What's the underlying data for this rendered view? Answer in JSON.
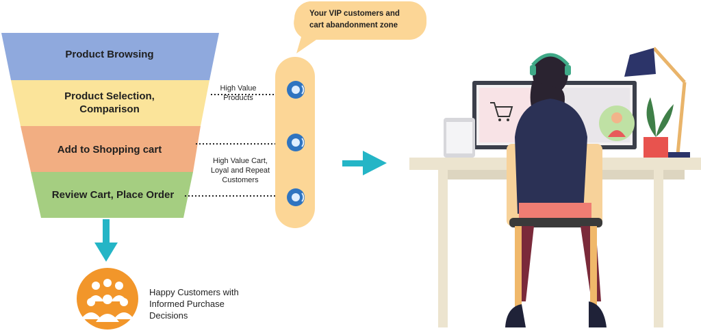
{
  "funnel": {
    "stages": [
      {
        "label": "Product Browsing",
        "color": "#8fa9dd"
      },
      {
        "label": "Product Selection,\nComparison",
        "color": "#fbe49a"
      },
      {
        "label": "Add to Shopping cart",
        "color": "#f2ae82"
      },
      {
        "label": "Review Cart, Place Order",
        "color": "#a5ce81"
      }
    ]
  },
  "connectors": {
    "high_value_products": "High Value\nProducts",
    "high_value_cart": "High Value Cart,\nLoyal and Repeat\nCustomers"
  },
  "bubble": {
    "text": "Your VIP customers and\ncart abandonment zone",
    "color": "#fcd696"
  },
  "result": {
    "text": "Happy Customers with\nInformed Purchase\nDecisions",
    "icon": "group-people-icon",
    "color": "#f2962a"
  },
  "colors": {
    "arrow": "#24b5c6",
    "pill": "#fcd696",
    "agent_icon": "#2f74c0"
  }
}
